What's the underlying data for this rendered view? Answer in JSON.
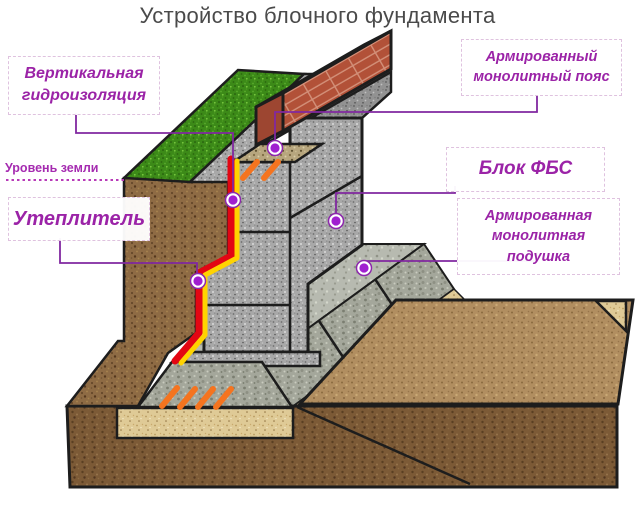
{
  "title": "Устройство блочного фундамента",
  "callout_labels": {
    "vertical_waterproofing": "Вертикальная гидроизоляция",
    "ground_level": "Уровень земли",
    "insulation": "Утеплитель",
    "reinforced_monolithic_belt": "Армированный монолитный пояс",
    "fbs_block": "Блок ФБС",
    "reinforced_monolithic_cushion": "Армированная монолитная подушка"
  },
  "colors": {
    "label_magenta": "#9b23a7",
    "callout_line_purple": "#8128a0",
    "marker_purple": "#a01fd0",
    "waterproofing_red": "#e30613",
    "waterproofing_yellow": "#ffd300",
    "hatch_orange": "#f5741f",
    "grass_green": "#3c8a18",
    "soil_brown": "#8e6b44",
    "concrete_gray": "#a6a6a6",
    "brick_red": "#b25138",
    "sand_tan": "#dfca96",
    "title_gray": "#4a4a4a"
  }
}
